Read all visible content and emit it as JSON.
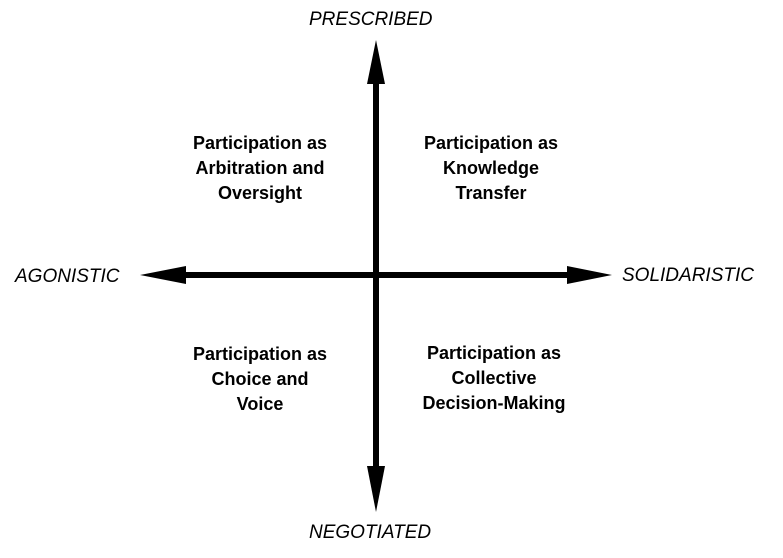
{
  "axes": {
    "top_label": "PRESCRIBED",
    "bottom_label": "NEGOTIATED",
    "left_label": "AGONISTIC",
    "right_label": "SOLIDARISTIC"
  },
  "quadrants": {
    "top_left": [
      "Participation as",
      "Arbitration and",
      "Oversight"
    ],
    "top_right": [
      "Participation as",
      "Knowledge",
      "Transfer"
    ],
    "bottom_left": [
      "Participation as",
      "Choice and",
      "Voice"
    ],
    "bottom_right": [
      "Participation as",
      "Collective",
      "Decision-Making"
    ]
  },
  "colors": {
    "stroke": "#000000",
    "background": "#ffffff"
  }
}
